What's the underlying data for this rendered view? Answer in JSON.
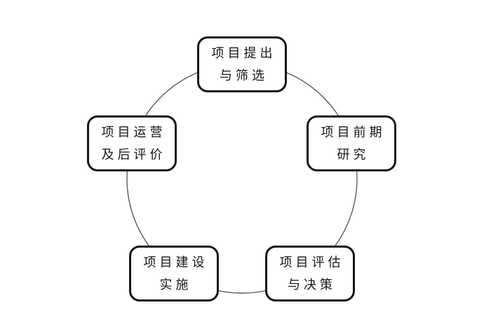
{
  "diagram": {
    "type": "cycle",
    "colors": {
      "background": "#ffffff",
      "box_border": "#161616",
      "box_fill": "#ffffff",
      "circle_stroke": "#5a5a5a",
      "text": "#161616"
    },
    "nodes": [
      {
        "id": "proposal",
        "position": "top",
        "line1": "项目提出",
        "line2": "与筛选"
      },
      {
        "id": "research",
        "position": "upper-right",
        "line1": "项目前期",
        "line2": "研究"
      },
      {
        "id": "evaluation",
        "position": "lower-right",
        "line1": "项目评估",
        "line2": "与决策"
      },
      {
        "id": "construction",
        "position": "lower-left",
        "line1": "项目建设",
        "line2": "实施"
      },
      {
        "id": "operation",
        "position": "upper-left",
        "line1": "项目运营",
        "line2": "及后评价"
      }
    ]
  }
}
